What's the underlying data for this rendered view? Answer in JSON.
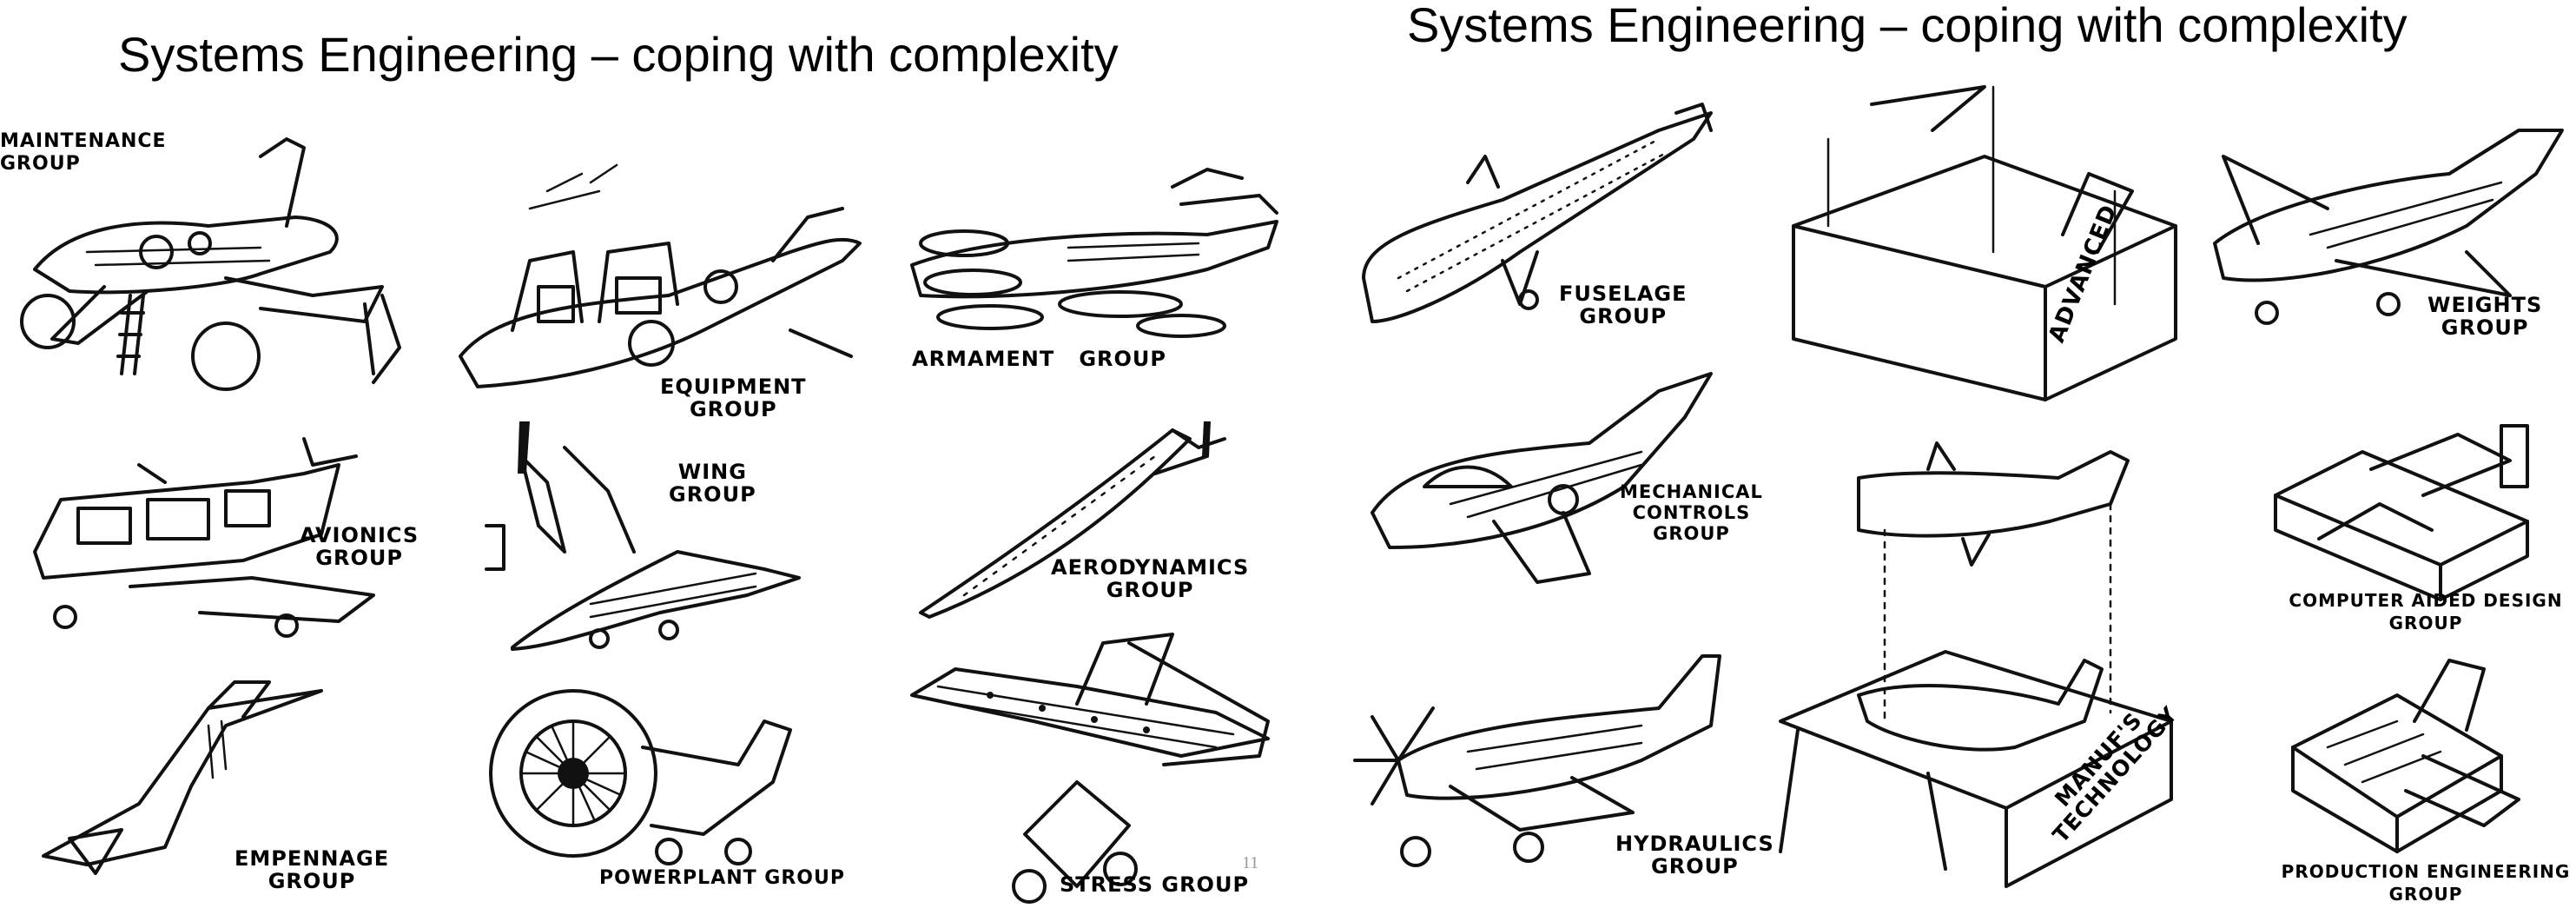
{
  "slides": [
    {
      "title": "Systems Engineering – coping with complexity",
      "page_number": "11",
      "groups": [
        {
          "id": "maintenance",
          "label": "Maintenance\nGroup"
        },
        {
          "id": "equipment",
          "label": "Equipment\nGroup"
        },
        {
          "id": "armament",
          "label": "Armament   Group"
        },
        {
          "id": "avionics",
          "label": "Avionics\nGroup"
        },
        {
          "id": "wing",
          "label": "Wing\nGroup"
        },
        {
          "id": "aerodynamics",
          "label": "Aerodynamics\nGroup"
        },
        {
          "id": "empennage",
          "label": "Empennage\nGroup"
        },
        {
          "id": "powerplant",
          "label": "Powerplant Group"
        },
        {
          "id": "stress",
          "label": "Stress Group"
        }
      ]
    },
    {
      "title": "Systems Engineering – coping with complexity",
      "groups": [
        {
          "id": "fuselage",
          "label": "Fuselage\nGroup"
        },
        {
          "id": "advanced",
          "label": "Advanced"
        },
        {
          "id": "weights",
          "label": "Weights\nGroup"
        },
        {
          "id": "mechanical-controls",
          "label": "Mechanical\nControls\nGroup"
        },
        {
          "id": "computer-aided-design",
          "label": "Computer Aided Design Group"
        },
        {
          "id": "hydraulics",
          "label": "Hydraulics\nGroup"
        },
        {
          "id": "manufacturing-technology",
          "label": "Manuf's\nTechnology"
        },
        {
          "id": "production-engineering",
          "label": "Production Engineering Group"
        }
      ]
    }
  ]
}
